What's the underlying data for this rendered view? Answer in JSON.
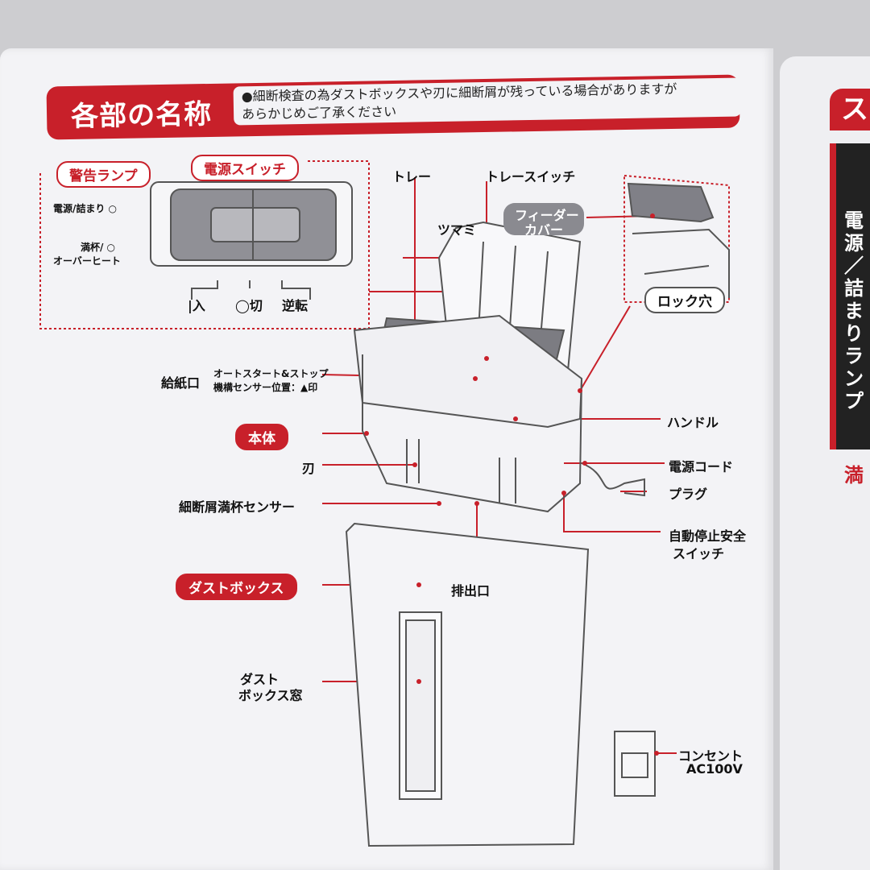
{
  "header": {
    "title": "各部の名称",
    "note_line1": "●細断検査の為ダストボックスや刃に細断屑が残っている場合がありますが",
    "note_line2": "あらかじめご了承ください"
  },
  "control_panel": {
    "warning_lamp": "警告ランプ",
    "power_switch": "電源スイッチ",
    "lamp_power": "電源/詰まり ○",
    "lamp_full_1": "満杯/ ○",
    "lamp_full_2": "オーバーヒート",
    "switch_on": "|入",
    "switch_off": "◯切",
    "switch_reverse": "逆転"
  },
  "labels": {
    "tray": "トレー",
    "tray_switch": "トレースイッチ",
    "knob": "ツマミ",
    "feeder_cover_1": "フィーダー",
    "feeder_cover_2": "カバー",
    "lock_hole": "ロック穴",
    "paper_slot": "給紙口",
    "paper_slot_note_1": "オートスタート&ストップ",
    "paper_slot_note_2": "機構センサー位置：▲印",
    "body": "本体",
    "handle": "ハンドル",
    "blade": "刃",
    "power_cord": "電源コード",
    "plug": "プラグ",
    "full_sensor": "細断屑満杯センサー",
    "auto_stop_1": "自動停止安全",
    "auto_stop_2": "スイッチ",
    "dust_box": "ダストボックス",
    "outlet": "排出口",
    "window_1": "ダスト",
    "window_2": "ボックス窓",
    "socket_1": "コンセント",
    "socket_2": "AC100V"
  },
  "right_page": {
    "tab_glyph": "ス",
    "vertical_text": "電源／詰まりランプ",
    "fragment": "満"
  },
  "colors": {
    "accent": "#c8202a",
    "paper": "#f3f3f6"
  }
}
